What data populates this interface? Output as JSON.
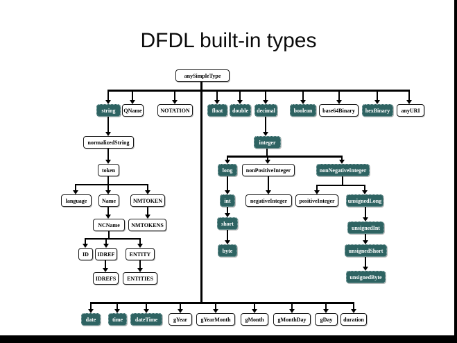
{
  "title": "DFDL built-in types",
  "colors": {
    "dark_node_bg": "#2e6362",
    "dark_node_border": "#a9c1c1",
    "light_node_border": "#1a1a1a",
    "line": "#000000"
  },
  "nodes": {
    "anySimpleType": "anySimpleType",
    "string": "string",
    "QName": "QName",
    "NOTATION": "NOTATION",
    "float": "float",
    "double": "double",
    "decimal": "decimal",
    "boolean": "boolean",
    "base64Binary": "base64Binary",
    "hexBinary": "hexBinary",
    "anyURI": "anyURI",
    "normalizedString": "normalizedString",
    "token": "token",
    "language": "language",
    "Name": "Name",
    "NMTOKEN": "NMTOKEN",
    "NCName": "NCName",
    "NMTOKENS": "NMTOKENS",
    "ID": "ID",
    "IDREF": "IDREF",
    "ENTITY": "ENTITY",
    "IDREFS": "IDREFS",
    "ENTITIES": "ENTITIES",
    "integer": "integer",
    "long": "long",
    "nonPositiveInteger": "nonPositiveInteger",
    "nonNegativeInteger": "nonNegativeInteger",
    "int": "int",
    "negativeInteger": "negativeInteger",
    "positiveInteger": "positiveInteger",
    "unsignedLong": "unsignedLong",
    "short": "short",
    "byte": "byte",
    "unsignedInt": "unsignedInt",
    "unsignedShort": "unsignedShort",
    "unsignedByte": "unsignedByte",
    "date": "date",
    "time": "time",
    "dateTime": "dateTime",
    "gYear": "gYear",
    "gYearMonth": "gYearMonth",
    "gMonth": "gMonth",
    "gMonthDay": "gMonthDay",
    "gDay": "gDay",
    "duration": "duration"
  }
}
